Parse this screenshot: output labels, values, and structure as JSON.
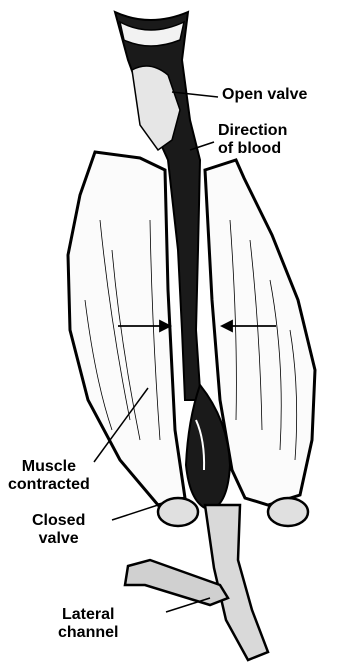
{
  "labels": {
    "open_valve": "Open valve",
    "direction_line1": "Direction",
    "direction_line2": "of blood",
    "muscle_line1": "Muscle",
    "muscle_line2": "contracted",
    "closed_line1": "Closed",
    "closed_line2": "valve",
    "lateral_line1": "Lateral",
    "lateral_line2": "channel"
  },
  "colors": {
    "ink": "#000000",
    "paper": "#ffffff",
    "vein_dark": "#1a1a1a"
  }
}
